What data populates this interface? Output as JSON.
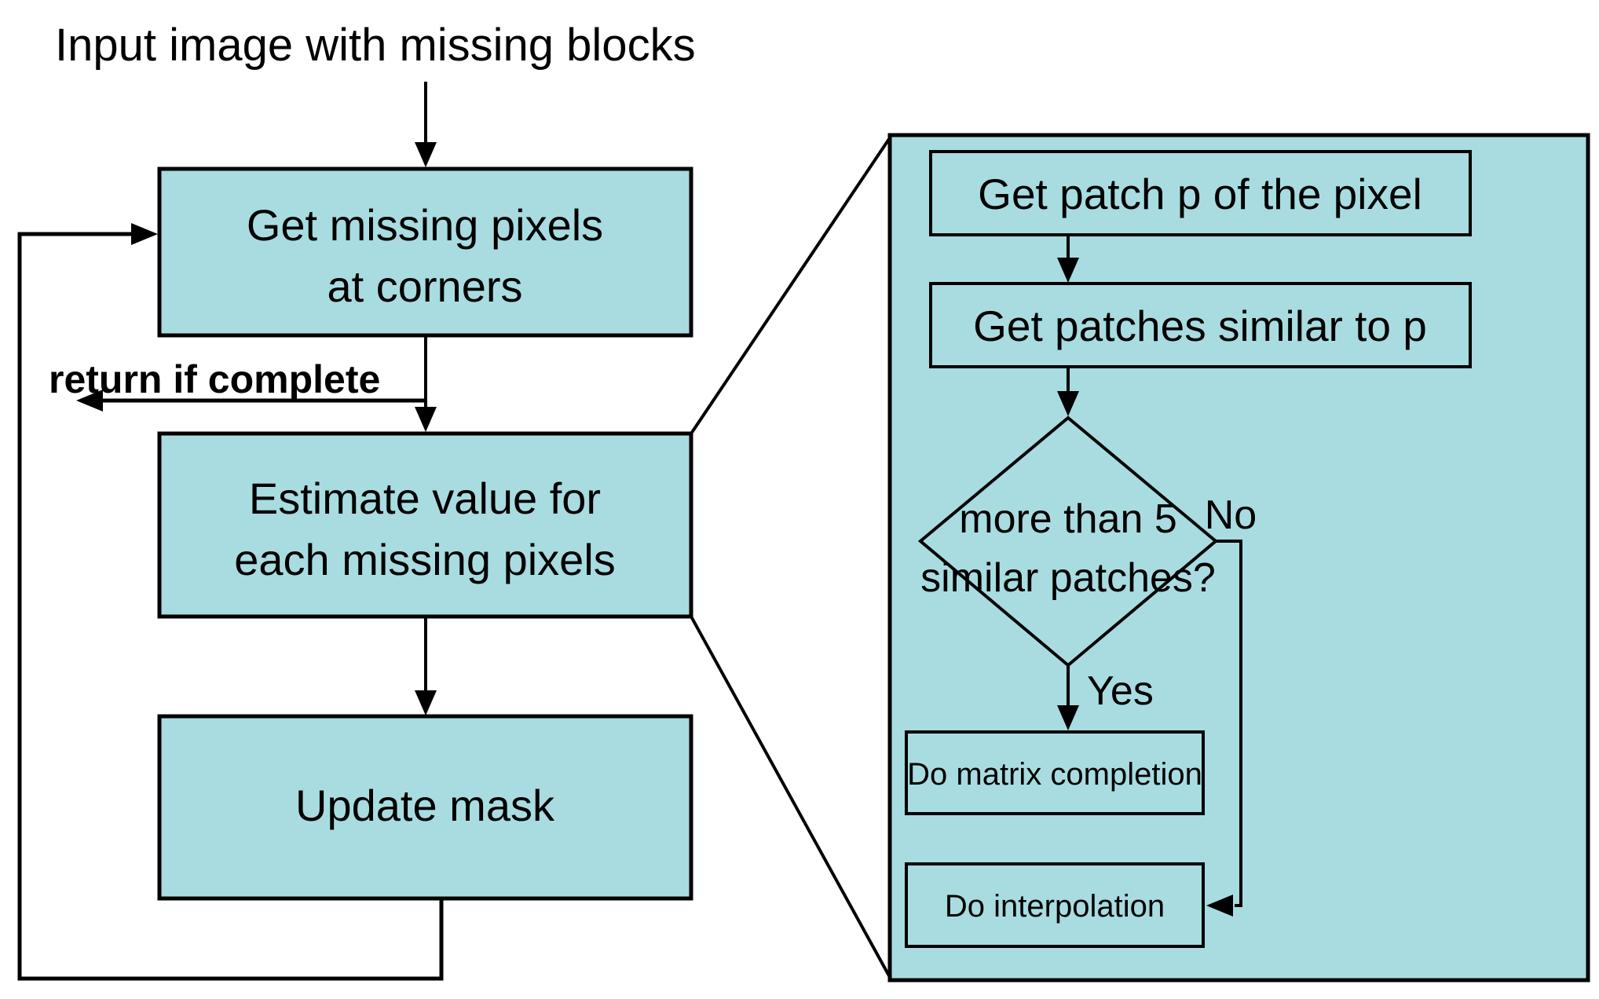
{
  "title": "Input image with missing blocks",
  "colors": {
    "box_fill": "#A8DCE0",
    "stroke": "#000000",
    "background": "#FFFFFF"
  },
  "left_flow": {
    "get_missing_box": {
      "lines": [
        "Get missing pixels",
        "at corners"
      ]
    },
    "return_label": "return if complete",
    "estimate_box": {
      "lines": [
        "Estimate value for",
        "each missing pixels"
      ]
    },
    "update_mask_box": {
      "lines": [
        "Update mask"
      ]
    }
  },
  "detail_panel": {
    "get_patch_box": "Get patch p of the pixel",
    "get_similar_box": "Get patches similar to p",
    "decision": {
      "lines": [
        "more than 5",
        "similar patches?"
      ],
      "no_label": "No",
      "yes_label": "Yes"
    },
    "matrix_completion_box": "Do matrix completion",
    "interpolation_box": "Do interpolation"
  }
}
